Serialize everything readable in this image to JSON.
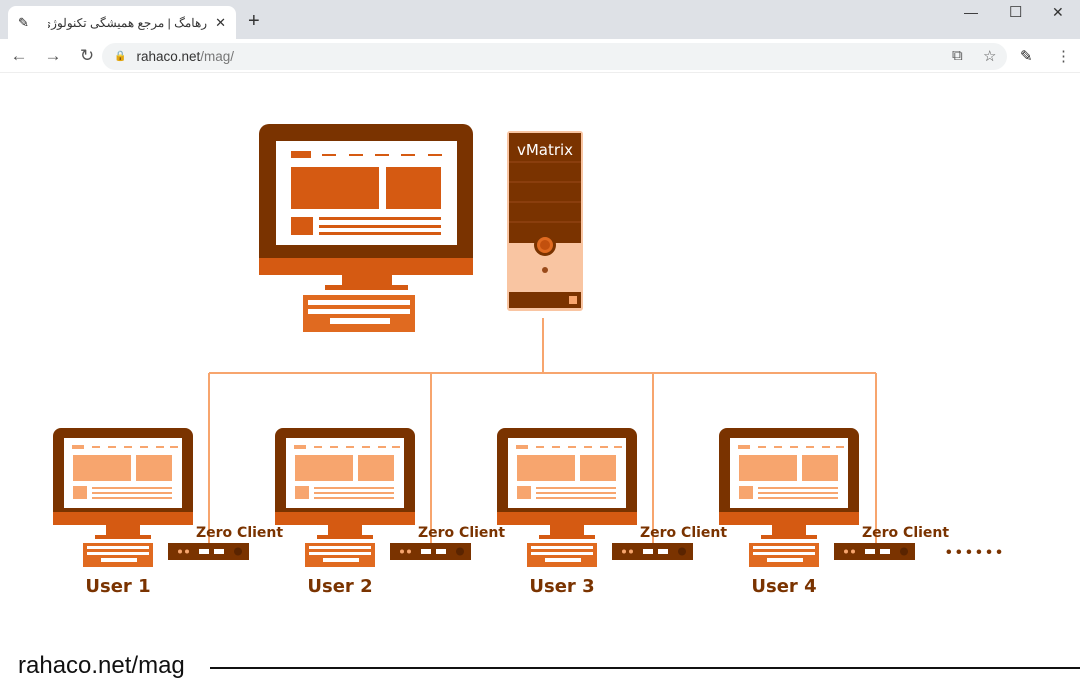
{
  "browser": {
    "tab_title": "رهامگ | مرجع همیشگی تکنولوژی |",
    "url_host": "rahaco.net",
    "url_path": "/mag/",
    "new_tab": "+",
    "close_tab": "✕"
  },
  "diagram": {
    "server_label": "vMatrix",
    "users": [
      {
        "label": "User 1",
        "client": "Zero Client"
      },
      {
        "label": "User 2",
        "client": "Zero Client"
      },
      {
        "label": "User 3",
        "client": "Zero Client"
      },
      {
        "label": "User 4",
        "client": "Zero Client"
      }
    ],
    "ellipsis": "• • • • • •"
  },
  "footer": {
    "watermark": "rahaco.net/mag"
  },
  "colors": {
    "dark": "#7a3300",
    "mid": "#d55a12",
    "light": "#f7a56e",
    "peach": "#f9c5a2"
  }
}
